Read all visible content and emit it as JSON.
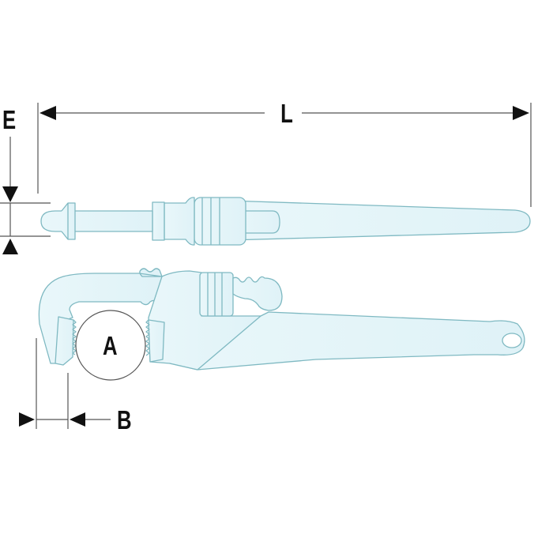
{
  "diagram": {
    "subject": "Pipe wrench technical dimension drawing",
    "colors": {
      "tool_fill": "#e3f4f8",
      "tool_stroke": "#7fb9c2",
      "dimension_line": "#555555",
      "arrow": "#111111",
      "text": "#111111"
    },
    "views": [
      {
        "name": "top-view",
        "description": "Wrench seen from above"
      },
      {
        "name": "side-view",
        "description": "Wrench seen from the side gripping a pipe"
      }
    ],
    "dimensions": {
      "length": {
        "label": "L"
      },
      "thickness": {
        "label": "E"
      },
      "pipe_capacity": {
        "label": "A"
      },
      "jaw_width": {
        "label": "B"
      }
    }
  }
}
